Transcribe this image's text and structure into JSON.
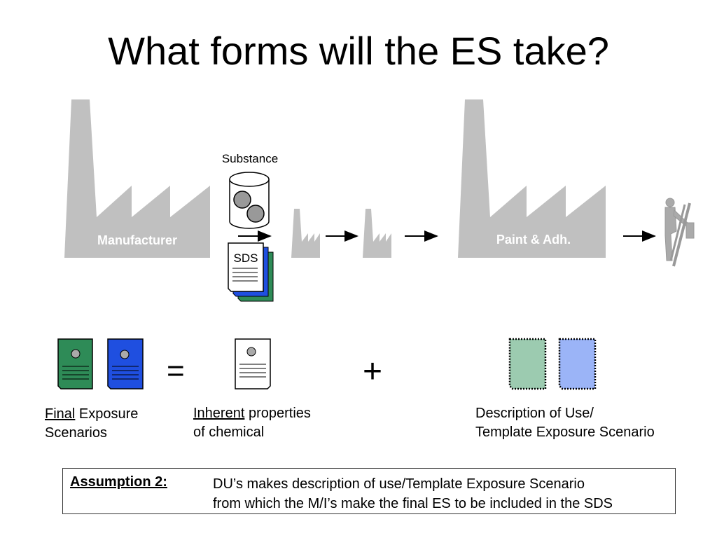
{
  "title": "What forms will the ES take?",
  "diagram": {
    "substance_label": "Substance",
    "sds_label": "SDS",
    "manufacturer_label": "Manufacturer",
    "paint_label": "Paint & Adh."
  },
  "equation": {
    "equals": "=",
    "plus": "+",
    "final_es": {
      "underlined": "Final",
      "rest": " Exposure",
      "line2": "Scenarios"
    },
    "inherent": {
      "underlined": "Inherent",
      "rest": " properties",
      "line2": "of chemical"
    },
    "description": {
      "line1": "Description of Use/",
      "line2": "Template Exposure Scenario"
    }
  },
  "assumption": {
    "label": "Assumption 2:",
    "line1": "DU’s makes description of use/Template Exposure Scenario",
    "line2": "from which the M/I’s make the final ES to be included in the SDS"
  },
  "colors": {
    "factory": "#c0c0c0",
    "doc_green": "#2e8b57",
    "doc_blue": "#1f4fe0",
    "template_green": "#9ccbb0",
    "template_blue": "#9bb4f7"
  }
}
